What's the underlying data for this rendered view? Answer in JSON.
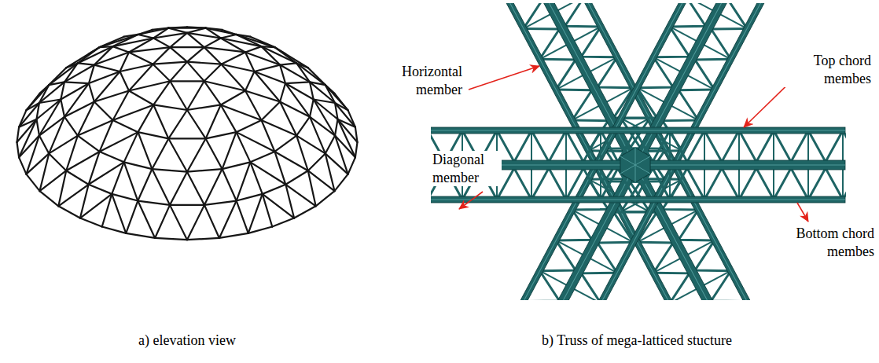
{
  "diagram": {
    "labels": [
      "Horizontal member",
      "Top chord membes",
      "Diagonal member",
      "Bottom chord membes",
      "a) elevation view",
      "b) Truss of mega-latticed stucture"
    ]
  }
}
